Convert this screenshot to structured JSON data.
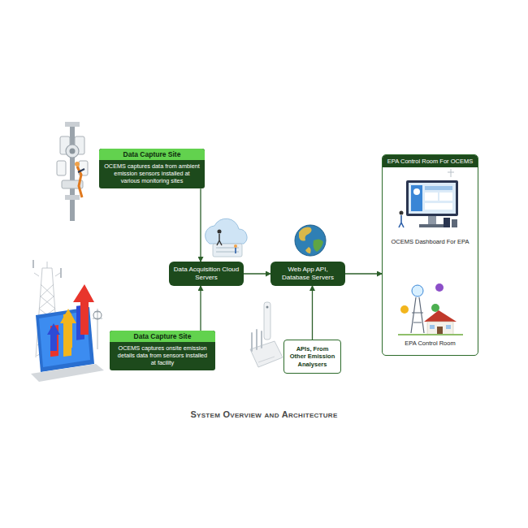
{
  "diagram": {
    "caption": "System Overview and Architecture",
    "nodes": [
      {
        "text": [
          "Data Capture Site",
          "OCEMS captures data from ambient emission sensors installed at various monitoring sites"
        ]
      },
      {
        "text": [
          "Data Capture Site",
          "OCEMS captures onsite emission details data from sensors installed at facility"
        ]
      },
      {
        "text": [
          "Data Acquisition Cloud Servers"
        ]
      },
      {
        "text": [
          "Web App API, Database Servers"
        ]
      },
      {
        "text": [
          "APIs, From Other Emission Analysers"
        ]
      },
      {
        "text": [
          "EPA Control Room For OCEMS"
        ]
      },
      {
        "text": [
          "OCEMS Dashboard For EPA"
        ],
        "in": 5
      },
      {
        "text": [
          "EPA Control Room"
        ],
        "in": 5
      }
    ],
    "edges": [
      {
        "from": 0,
        "to": 2,
        "arrow": "to"
      },
      {
        "from": 1,
        "to": 2,
        "arrow": "to"
      },
      {
        "from": 2,
        "to": 3,
        "arrow": "to"
      },
      {
        "from": 4,
        "to": 3,
        "arrow": "to"
      },
      {
        "from": 3,
        "to": 5,
        "arrow": "to"
      }
    ]
  }
}
